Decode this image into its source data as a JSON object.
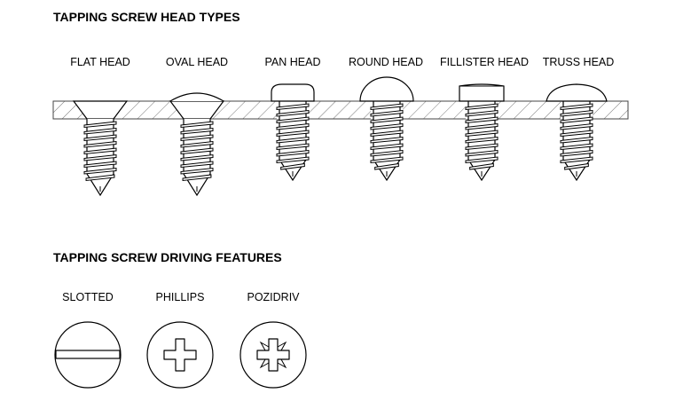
{
  "head_types": {
    "title": "TAPPING SCREW HEAD TYPES",
    "items": [
      {
        "label": "FLAT HEAD",
        "type": "flat"
      },
      {
        "label": "OVAL HEAD",
        "type": "oval"
      },
      {
        "label": "PAN HEAD",
        "type": "pan"
      },
      {
        "label": "ROUND HEAD",
        "type": "round"
      },
      {
        "label": "FILLISTER HEAD",
        "type": "fillister"
      },
      {
        "label": "TRUSS HEAD",
        "type": "truss"
      }
    ]
  },
  "driving_features": {
    "title": "TAPPING SCREW DRIVING FEATURES",
    "items": [
      {
        "label": "SLOTTED",
        "type": "slotted"
      },
      {
        "label": "PHILLIPS",
        "type": "phillips"
      },
      {
        "label": "POZIDRIV",
        "type": "pozidriv"
      }
    ]
  }
}
